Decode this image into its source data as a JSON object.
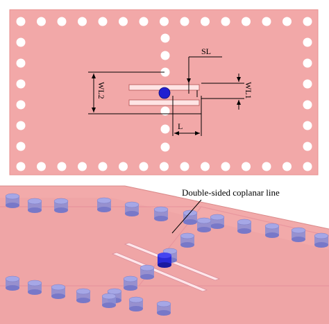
{
  "top_view": {
    "labels": {
      "sl": "SL",
      "wl2": "WL2",
      "wl1": "WL1",
      "l": "L"
    }
  },
  "perspective_view": {
    "annotation": "Double-sided coplanar line"
  },
  "colors": {
    "board": "#f2a8a8",
    "board_edge": "#e07a7a",
    "hole": "#ffffff",
    "via": "#2222cc",
    "slot": "#ffe6e6",
    "dimension_line": "#000000"
  },
  "icons": [
    "via-icon"
  ]
}
